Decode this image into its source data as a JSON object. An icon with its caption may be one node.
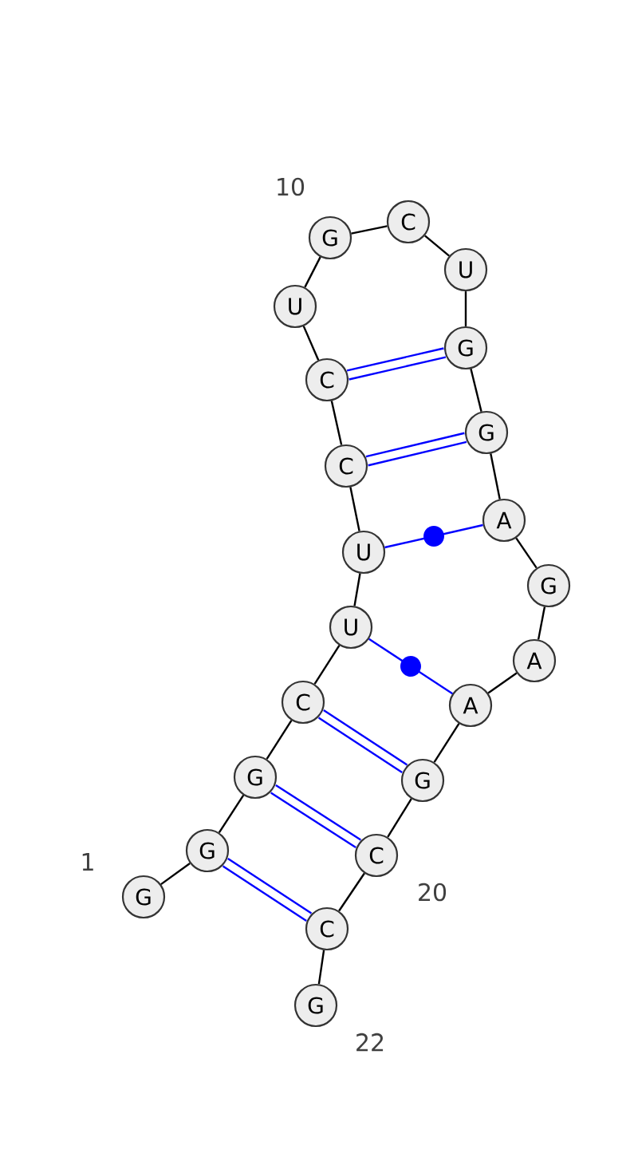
{
  "diagram": {
    "nodes": [
      {
        "text": [
          "G"
        ],
        "beside": [
          "1"
        ]
      },
      {
        "text": [
          "G"
        ]
      },
      {
        "text": [
          "G"
        ]
      },
      {
        "text": [
          "C"
        ]
      },
      {
        "text": [
          "U"
        ]
      },
      {
        "text": [
          "U"
        ]
      },
      {
        "text": [
          "C"
        ]
      },
      {
        "text": [
          "C"
        ]
      },
      {
        "text": [
          "U"
        ]
      },
      {
        "text": [
          "G"
        ],
        "beside": [
          "10"
        ]
      },
      {
        "text": [
          "C"
        ]
      },
      {
        "text": [
          "U"
        ]
      },
      {
        "text": [
          "G"
        ]
      },
      {
        "text": [
          "G"
        ]
      },
      {
        "text": [
          "A"
        ]
      },
      {
        "text": [
          "G"
        ]
      },
      {
        "text": [
          "A"
        ]
      },
      {
        "text": [
          "A"
        ]
      },
      {
        "text": [
          "G"
        ]
      },
      {
        "text": [
          "C"
        ],
        "beside": [
          "20"
        ]
      },
      {
        "text": [
          "C"
        ]
      },
      {
        "text": [
          "G"
        ],
        "beside": [
          "22"
        ]
      }
    ],
    "edges": [
      {
        "from": 0,
        "to": 1,
        "arrow": "none"
      },
      {
        "from": 1,
        "to": 2,
        "arrow": "none"
      },
      {
        "from": 2,
        "to": 3,
        "arrow": "none"
      },
      {
        "from": 3,
        "to": 4,
        "arrow": "none"
      },
      {
        "from": 4,
        "to": 5,
        "arrow": "none"
      },
      {
        "from": 5,
        "to": 6,
        "arrow": "none"
      },
      {
        "from": 6,
        "to": 7,
        "arrow": "none"
      },
      {
        "from": 7,
        "to": 8,
        "arrow": "none"
      },
      {
        "from": 8,
        "to": 9,
        "arrow": "none"
      },
      {
        "from": 9,
        "to": 10,
        "arrow": "none"
      },
      {
        "from": 10,
        "to": 11,
        "arrow": "none"
      },
      {
        "from": 11,
        "to": 12,
        "arrow": "none"
      },
      {
        "from": 12,
        "to": 13,
        "arrow": "none"
      },
      {
        "from": 13,
        "to": 14,
        "arrow": "none"
      },
      {
        "from": 14,
        "to": 15,
        "arrow": "none"
      },
      {
        "from": 15,
        "to": 16,
        "arrow": "none"
      },
      {
        "from": 16,
        "to": 17,
        "arrow": "none"
      },
      {
        "from": 17,
        "to": 18,
        "arrow": "none"
      },
      {
        "from": 18,
        "to": 19,
        "arrow": "none"
      },
      {
        "from": 19,
        "to": 20,
        "arrow": "none"
      },
      {
        "from": 20,
        "to": 21,
        "arrow": "none"
      },
      {
        "from": 1,
        "to": 20,
        "arrow": "none",
        "style": "thick",
        "color": "#0000ff"
      },
      {
        "from": 2,
        "to": 19,
        "arrow": "none",
        "style": "thick",
        "color": "#0000ff"
      },
      {
        "from": 3,
        "to": 18,
        "arrow": "none",
        "style": "thick",
        "color": "#0000ff"
      },
      {
        "from": 4,
        "to": 17,
        "arrow": "none",
        "color": "#0000ff"
      },
      {
        "from": 5,
        "to": 14,
        "arrow": "none",
        "color": "#0000ff"
      },
      {
        "from": 6,
        "to": 13,
        "arrow": "none",
        "style": "thick",
        "color": "#0000ff"
      },
      {
        "from": 7,
        "to": 12,
        "arrow": "none",
        "style": "thick",
        "color": "#0000ff"
      }
    ]
  }
}
